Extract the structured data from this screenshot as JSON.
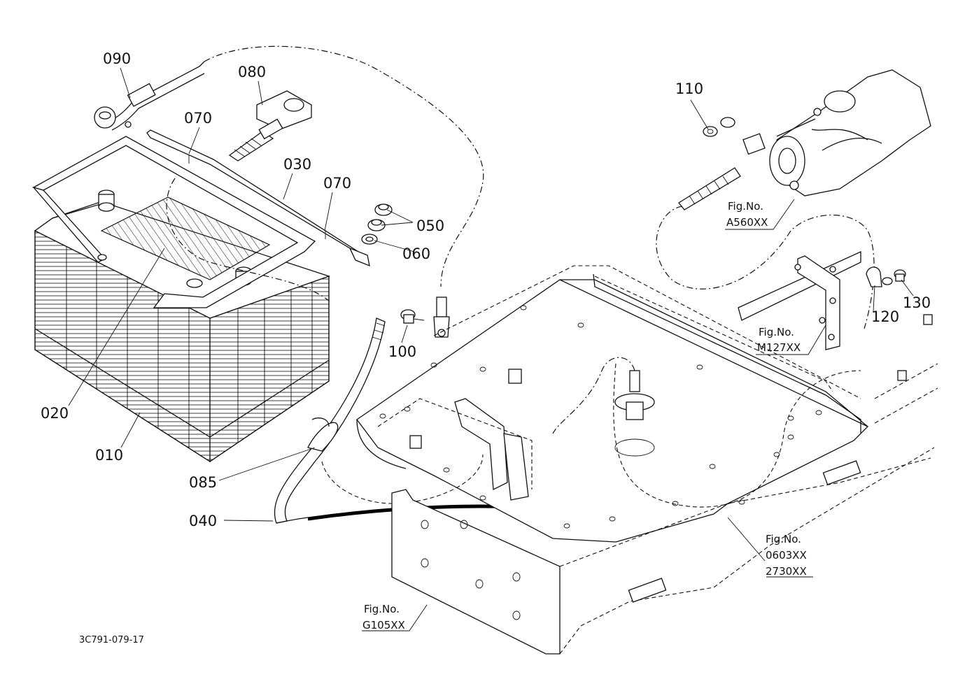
{
  "drawing_code": "3C791-079-17",
  "parts": {
    "p010": "010",
    "p020": "020",
    "p030": "030",
    "p040": "040",
    "p050": "050",
    "p060": "060",
    "p070a": "070",
    "p070b": "070",
    "p080": "080",
    "p085": "085",
    "p090": "090",
    "p100": "100",
    "p110": "110",
    "p120": "120",
    "p130": "130"
  },
  "figure_refs": {
    "fig_label": "Fig.No.",
    "a560": "A560XX",
    "m127": "M127XX",
    "f0603": "0603XX",
    "f2730": "2730XX",
    "g105": "G105XX"
  }
}
